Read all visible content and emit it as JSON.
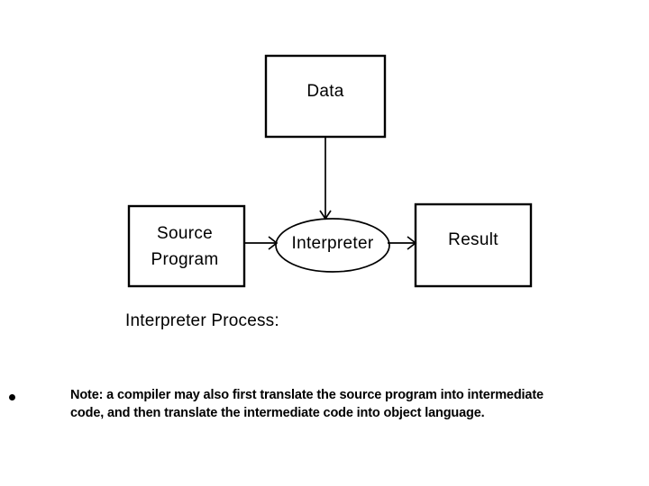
{
  "diagram": {
    "caption": "Interpreter Process:",
    "nodes": {
      "data": {
        "label": "Data",
        "shape": "rectangle"
      },
      "source_program": {
        "label_line1": "Source",
        "label_line2": "Program",
        "shape": "rectangle"
      },
      "interpreter": {
        "label": "Interpreter",
        "shape": "ellipse"
      },
      "result": {
        "label": "Result",
        "shape": "rectangle"
      }
    },
    "edges": [
      {
        "from": "data",
        "to": "interpreter",
        "direction": "down"
      },
      {
        "from": "source_program",
        "to": "interpreter",
        "direction": "right"
      },
      {
        "from": "interpreter",
        "to": "result",
        "direction": "right"
      }
    ],
    "colors": {
      "stroke": "#000000",
      "fill": "#ffffff",
      "text": "#000000"
    }
  },
  "note": {
    "bullet": "•",
    "text": "Note: a compiler may also first translate the source program into intermediate code, and then translate the intermediate code into object language."
  }
}
